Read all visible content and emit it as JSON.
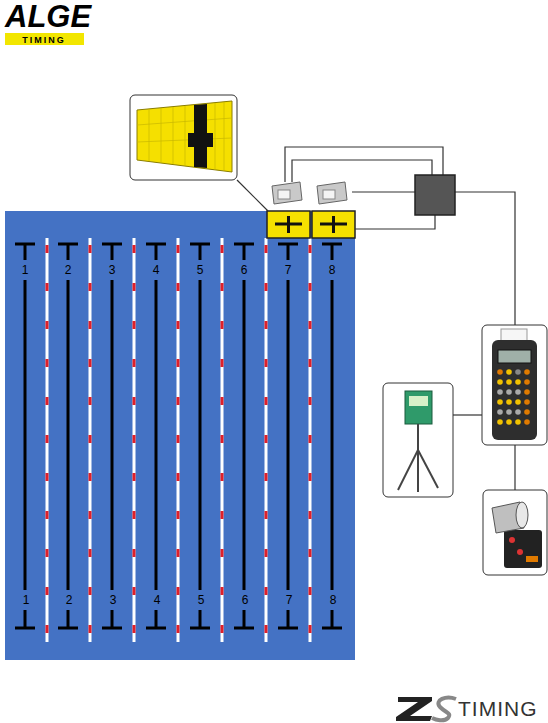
{
  "diagram": {
    "labels": [
      "ALGE",
      "TIMING",
      "1",
      "2",
      "3",
      "4",
      "5",
      "6",
      "7",
      "8",
      "1",
      "2",
      "3",
      "4",
      "5",
      "6",
      "7",
      "8",
      "TIMING"
    ]
  }
}
